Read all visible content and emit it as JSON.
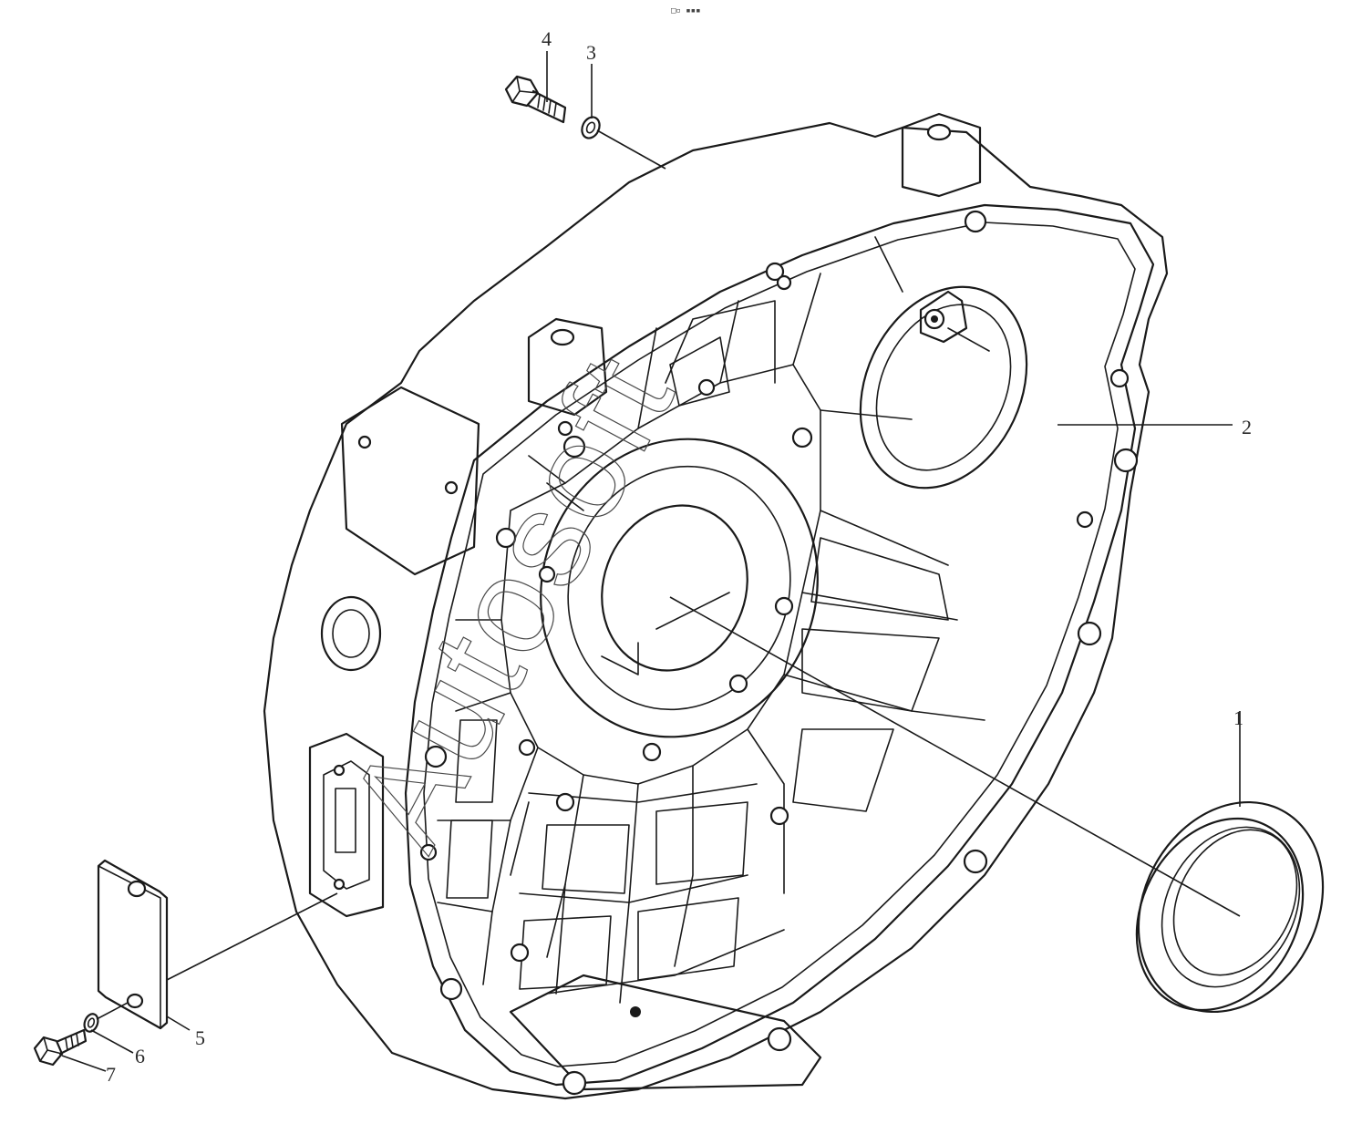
{
  "header_mark": "□▫ ▪▪▪",
  "watermark": "Autosoft",
  "callouts": [
    {
      "id": "1",
      "label": "1"
    },
    {
      "id": "2",
      "label": "2"
    },
    {
      "id": "3",
      "label": "3"
    },
    {
      "id": "4",
      "label": "4"
    },
    {
      "id": "5",
      "label": "5"
    },
    {
      "id": "6",
      "label": "6"
    },
    {
      "id": "7",
      "label": "7"
    }
  ]
}
